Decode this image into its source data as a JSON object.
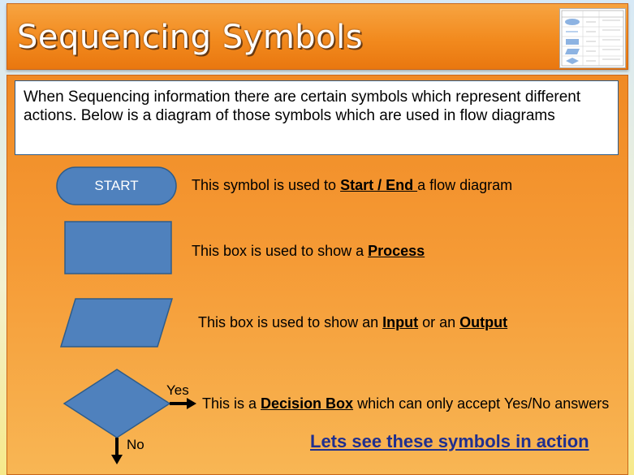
{
  "title": "Sequencing Symbols",
  "intro": "When Sequencing information there are certain symbols which represent different actions. Below is a diagram of those symbols which are used in flow diagrams",
  "symbols": {
    "start": {
      "shape_text": "START",
      "pre": "This symbol is used to ",
      "key": "Start / End ",
      "post": "a flow diagram"
    },
    "process": {
      "pre": "This box is used to show a ",
      "key": "Process"
    },
    "io": {
      "pre": "This box is used to show an ",
      "key1": "Input",
      "mid": " or an ",
      "key2": "Output"
    },
    "decision": {
      "pre": "This is a ",
      "key": "Decision Box",
      "post": " which can only accept Yes/No answers",
      "yes_label": "Yes",
      "no_label": "No"
    }
  },
  "action_link": "Lets see these symbols in action",
  "colors": {
    "shape_fill": "#4f81bd",
    "shape_stroke": "#2e5c8a",
    "orange": "#f28a1e",
    "link": "#1f2f8f"
  }
}
